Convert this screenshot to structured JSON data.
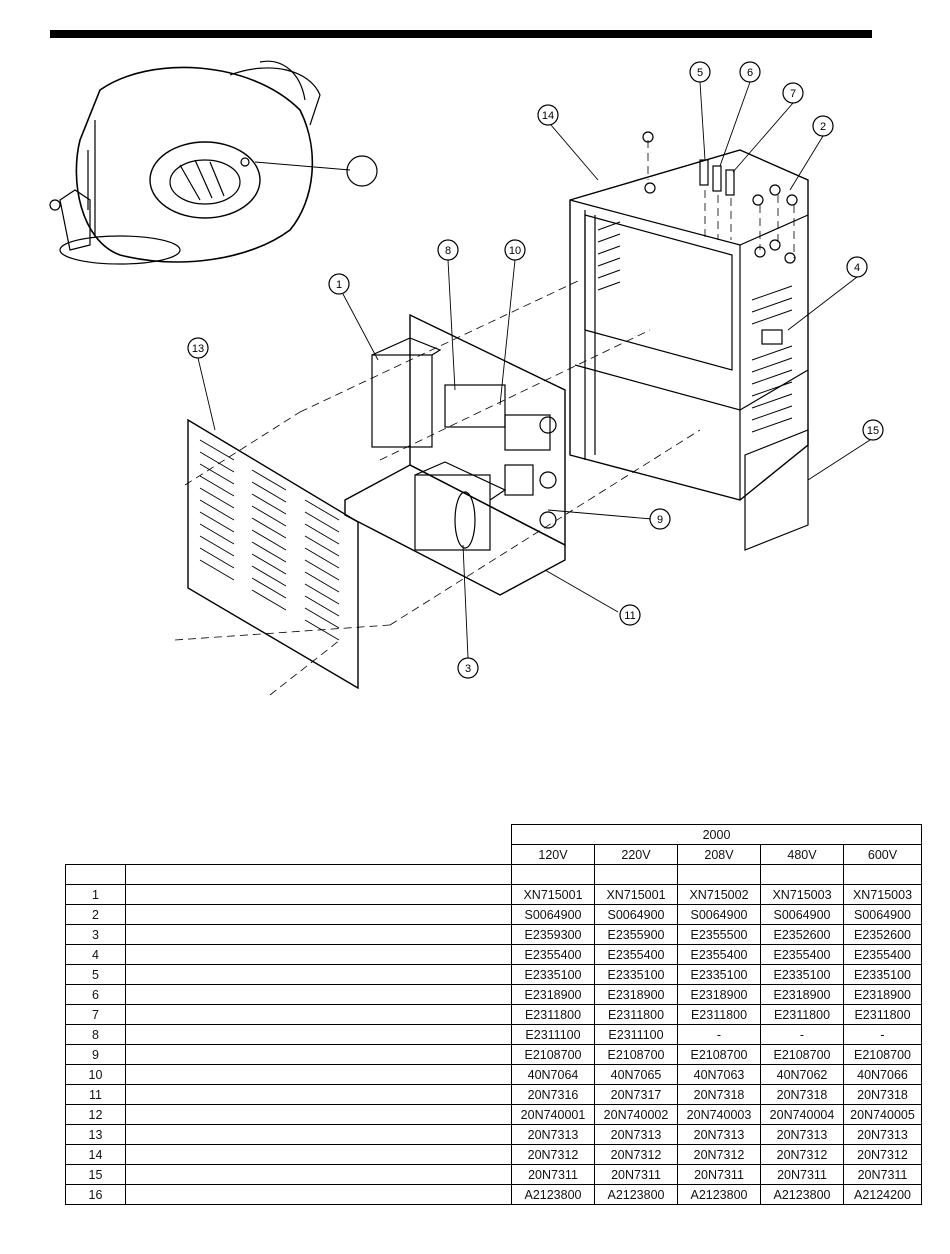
{
  "callouts": [
    "1",
    "2",
    "3",
    "4",
    "5",
    "6",
    "7",
    "8",
    "9",
    "10",
    "11",
    "13",
    "14",
    "15"
  ],
  "table": {
    "year": "2000",
    "voltages": [
      "120V",
      "220V",
      "208V",
      "480V",
      "600V"
    ],
    "rows": [
      {
        "item": "1",
        "parts": [
          "XN715001",
          "XN715001",
          "XN715002",
          "XN715003",
          "XN715003"
        ]
      },
      {
        "item": "2",
        "parts": [
          "S0064900",
          "S0064900",
          "S0064900",
          "S0064900",
          "S0064900"
        ]
      },
      {
        "item": "3",
        "parts": [
          "E2359300",
          "E2355900",
          "E2355500",
          "E2352600",
          "E2352600"
        ]
      },
      {
        "item": "4",
        "parts": [
          "E2355400",
          "E2355400",
          "E2355400",
          "E2355400",
          "E2355400"
        ]
      },
      {
        "item": "5",
        "parts": [
          "E2335100",
          "E2335100",
          "E2335100",
          "E2335100",
          "E2335100"
        ]
      },
      {
        "item": "6",
        "parts": [
          "E2318900",
          "E2318900",
          "E2318900",
          "E2318900",
          "E2318900"
        ]
      },
      {
        "item": "7",
        "parts": [
          "E2311800",
          "E2311800",
          "E2311800",
          "E2311800",
          "E2311800"
        ]
      },
      {
        "item": "8",
        "parts": [
          "E2311100",
          "E2311100",
          "-",
          "-",
          "-"
        ]
      },
      {
        "item": "9",
        "parts": [
          "E2108700",
          "E2108700",
          "E2108700",
          "E2108700",
          "E2108700"
        ]
      },
      {
        "item": "10",
        "parts": [
          "40N7064",
          "40N7065",
          "40N7063",
          "40N7062",
          "40N7066"
        ]
      },
      {
        "item": "11",
        "parts": [
          "20N7316",
          "20N7317",
          "20N7318",
          "20N7318",
          "20N7318"
        ]
      },
      {
        "item": "12",
        "parts": [
          "20N740001",
          "20N740002",
          "20N740003",
          "20N740004",
          "20N740005"
        ]
      },
      {
        "item": "13",
        "parts": [
          "20N7313",
          "20N7313",
          "20N7313",
          "20N7313",
          "20N7313"
        ]
      },
      {
        "item": "14",
        "parts": [
          "20N7312",
          "20N7312",
          "20N7312",
          "20N7312",
          "20N7312"
        ]
      },
      {
        "item": "15",
        "parts": [
          "20N7311",
          "20N7311",
          "20N7311",
          "20N7311",
          "20N7311"
        ]
      },
      {
        "item": "16",
        "parts": [
          "A2123800",
          "A2123800",
          "A2123800",
          "A2123800",
          "A2124200"
        ]
      }
    ]
  }
}
